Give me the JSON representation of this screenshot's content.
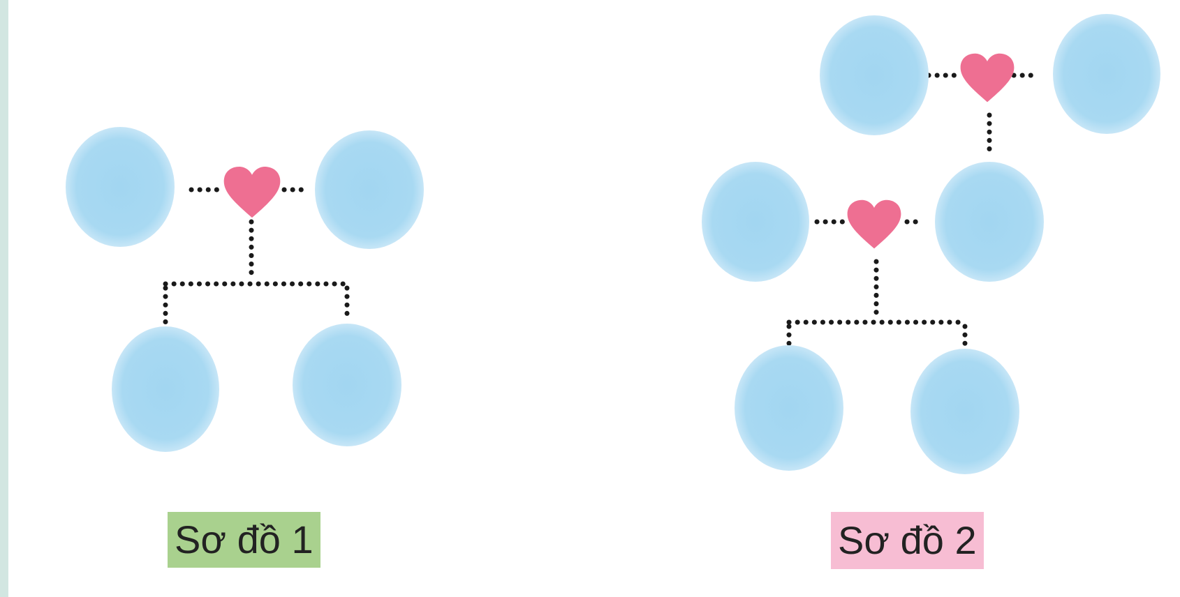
{
  "diagram_1": {
    "label": "Sơ đồ 1",
    "label_bg": "#a9d18e"
  },
  "diagram_2": {
    "label": "Sơ đồ 2",
    "label_bg": "#f7bdd3"
  },
  "colors": {
    "node_fill": "#a6d8f2",
    "node_edge": "#c9e7f7",
    "heart": "#ee6f92",
    "connector": "#1a1a1a",
    "side_bar": "#d2e6e1"
  },
  "icons": {
    "heart": "heart-icon",
    "node": "circle-shape"
  }
}
